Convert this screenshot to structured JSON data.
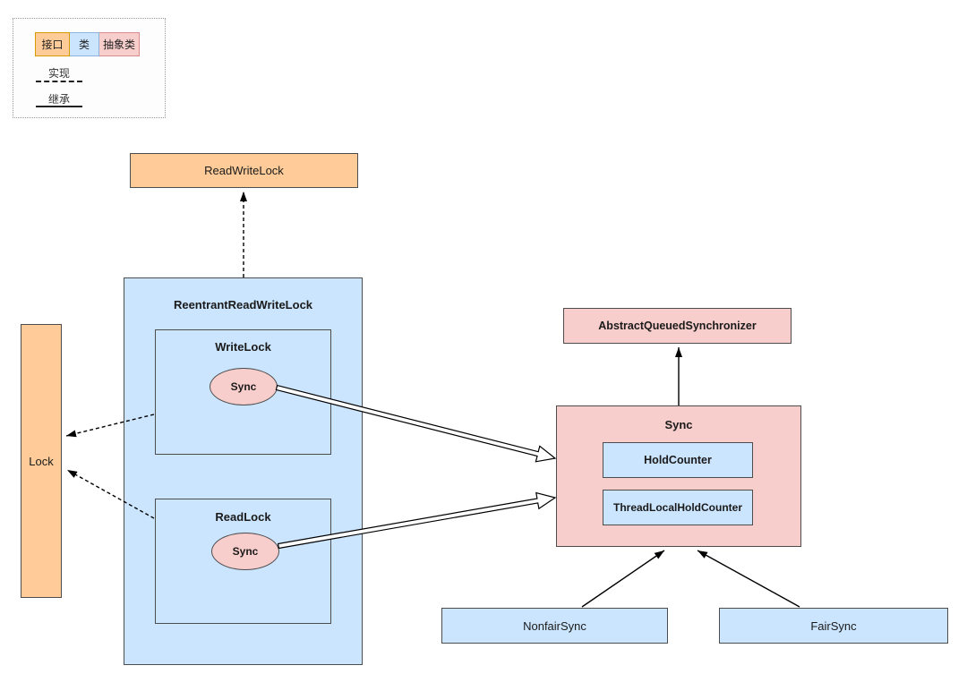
{
  "legend": {
    "chips": [
      {
        "label": "接口",
        "type": "interface"
      },
      {
        "label": "类",
        "type": "class"
      },
      {
        "label": "抽象类",
        "type": "abstract"
      }
    ],
    "implements_label": "实现",
    "extends_label": "继承"
  },
  "nodes": {
    "read_write_lock": {
      "label": "ReadWriteLock",
      "kind": "interface"
    },
    "lock": {
      "label": "Lock",
      "kind": "interface"
    },
    "reentrant_read_write_lock": {
      "label": "ReentrantReadWriteLock",
      "kind": "class"
    },
    "write_lock": {
      "label": "WriteLock",
      "kind": "class"
    },
    "write_lock_sync": {
      "label": "Sync",
      "kind": "abstract"
    },
    "read_lock": {
      "label": "ReadLock",
      "kind": "class"
    },
    "read_lock_sync": {
      "label": "Sync",
      "kind": "abstract"
    },
    "abstract_queued_synchronizer": {
      "label": "AbstractQueuedSynchronizer",
      "kind": "abstract"
    },
    "sync": {
      "label": "Sync",
      "kind": "abstract"
    },
    "hold_counter": {
      "label": "HoldCounter",
      "kind": "class"
    },
    "thread_local_hold_counter": {
      "label": "ThreadLocalHoldCounter",
      "kind": "class"
    },
    "nonfair_sync": {
      "label": "NonfairSync",
      "kind": "class"
    },
    "fair_sync": {
      "label": "FairSync",
      "kind": "class"
    }
  },
  "edges": [
    {
      "from": "ReentrantReadWriteLock",
      "to": "ReadWriteLock",
      "type": "implements"
    },
    {
      "from": "WriteLock",
      "to": "Lock",
      "type": "implements"
    },
    {
      "from": "ReadLock",
      "to": "Lock",
      "type": "implements"
    },
    {
      "from": "Sync",
      "to": "AbstractQueuedSynchronizer",
      "type": "extends"
    },
    {
      "from": "NonfairSync",
      "to": "Sync",
      "type": "extends"
    },
    {
      "from": "FairSync",
      "to": "Sync",
      "type": "extends"
    },
    {
      "from": "WriteLock.Sync",
      "to": "Sync",
      "type": "reference"
    },
    {
      "from": "ReadLock.Sync",
      "to": "Sync",
      "type": "reference"
    }
  ],
  "colors": {
    "interface_fill": "#FFCC99",
    "class_fill": "#CCE5FF",
    "abstract_fill": "#F8CECC",
    "border": "#4D4D4D"
  }
}
